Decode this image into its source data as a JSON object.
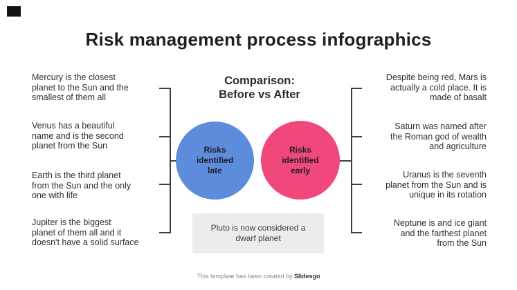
{
  "title": "Risk management process infographics",
  "comparison": {
    "heading": "Comparison:\nBefore vs After"
  },
  "circles": {
    "before": {
      "label": "Risks\nidentified\nlate",
      "color": "#5E8CDD"
    },
    "after": {
      "label": "Risks\nidentified\nearly",
      "color": "#F0487A"
    }
  },
  "note": {
    "text": "Pluto is now considered a\ndwarf planet",
    "bg": "#ECECEC"
  },
  "left_items": [
    "Mercury is the closest\nplanet to the Sun  and the\nsmallest of them all",
    "Venus has a beautiful\nname and is the second\nplanet from the Sun",
    "Earth is the third planet\nfrom the Sun and the only\none with life",
    "Jupiter is the biggest\nplanet of them all and it\ndoesn't have a solid surface"
  ],
  "right_items": [
    "Despite being red, Mars is\nactually a cold place. It is\nmade of basalt",
    "Saturn was named after\nthe Roman god of wealth\nand agriculture",
    "Uranus is the seventh\nplanet from the Sun and is\nunique in its rotation",
    "Neptune is and ice giant\nand the farthest planet\nfrom the Sun"
  ],
  "footer": {
    "prefix": "This template has been created by ",
    "brand": "Slidesgo"
  },
  "connector_color": "#3F3F3F"
}
